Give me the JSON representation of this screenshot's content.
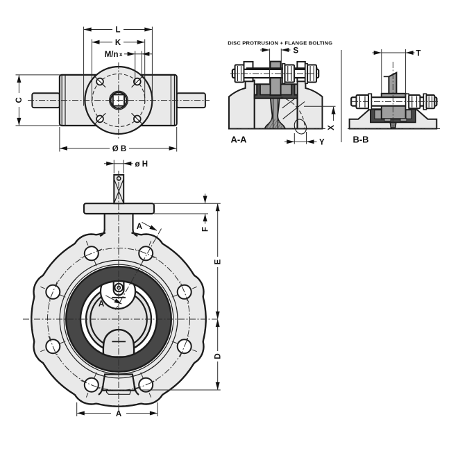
{
  "drawing": {
    "views": {
      "top_view": {
        "dimensions": {
          "flange_od_label": "L",
          "bolt_circle_label": "K",
          "bolt_spec_label": "M/n",
          "bolt_spec_mult": "x",
          "body_height_label": "C",
          "body_od_label": "Ø B"
        }
      },
      "section_aa": {
        "title": "DISC PROTRUSION + FLANGE BOLTING",
        "name": "A-A",
        "dimensions": {
          "stem_width_label": "S",
          "protrusion_height_label": "X",
          "protrusion_length_label": "Y"
        }
      },
      "section_bb": {
        "name": "B-B",
        "dimensions": {
          "hub_width_label": "T"
        }
      },
      "front_view": {
        "section_marker": "A",
        "dimensions": {
          "stem_dia_label": "ø H",
          "flange_thickness_label": "F",
          "center_to_top_label": "E",
          "center_to_bottom_label": "D",
          "bottom_width_label": "A"
        }
      }
    },
    "colors": {
      "body": "#e9e9e9",
      "disc": "#e2e2e2",
      "seat": "#474747",
      "stem": "#9e9e9e",
      "stem2": "#7d7d7d",
      "line": "#1c1c1c",
      "dim": "#2b2b2b"
    }
  }
}
